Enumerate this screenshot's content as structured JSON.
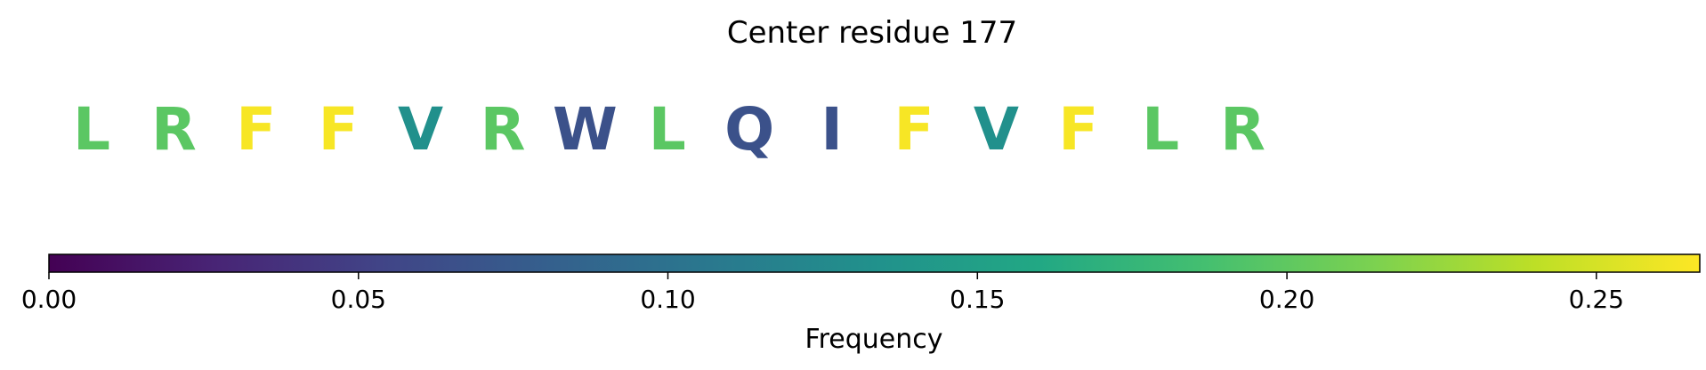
{
  "chart_data": {
    "type": "heatmap",
    "title": "Center residue 177",
    "residues": [
      {
        "letter": "L",
        "frequency": 0.198
      },
      {
        "letter": "R",
        "frequency": 0.198
      },
      {
        "letter": "F",
        "frequency": 0.264
      },
      {
        "letter": "F",
        "frequency": 0.264
      },
      {
        "letter": "V",
        "frequency": 0.132
      },
      {
        "letter": "R",
        "frequency": 0.198
      },
      {
        "letter": "W",
        "frequency": 0.066
      },
      {
        "letter": "L",
        "frequency": 0.198
      },
      {
        "letter": "Q",
        "frequency": 0.066
      },
      {
        "letter": "I",
        "frequency": 0.066
      },
      {
        "letter": "F",
        "frequency": 0.264
      },
      {
        "letter": "V",
        "frequency": 0.132
      },
      {
        "letter": "F",
        "frequency": 0.264
      },
      {
        "letter": "L",
        "frequency": 0.198
      },
      {
        "letter": "R",
        "frequency": 0.198
      }
    ],
    "colorbar": {
      "label": "Frequency",
      "colormap": "viridis",
      "range": [
        0.0,
        0.2667
      ],
      "ticks": [
        0.0,
        0.05,
        0.1,
        0.15,
        0.2,
        0.25
      ],
      "tick_labels": [
        "0.00",
        "0.05",
        "0.10",
        "0.15",
        "0.20",
        "0.25"
      ]
    }
  }
}
